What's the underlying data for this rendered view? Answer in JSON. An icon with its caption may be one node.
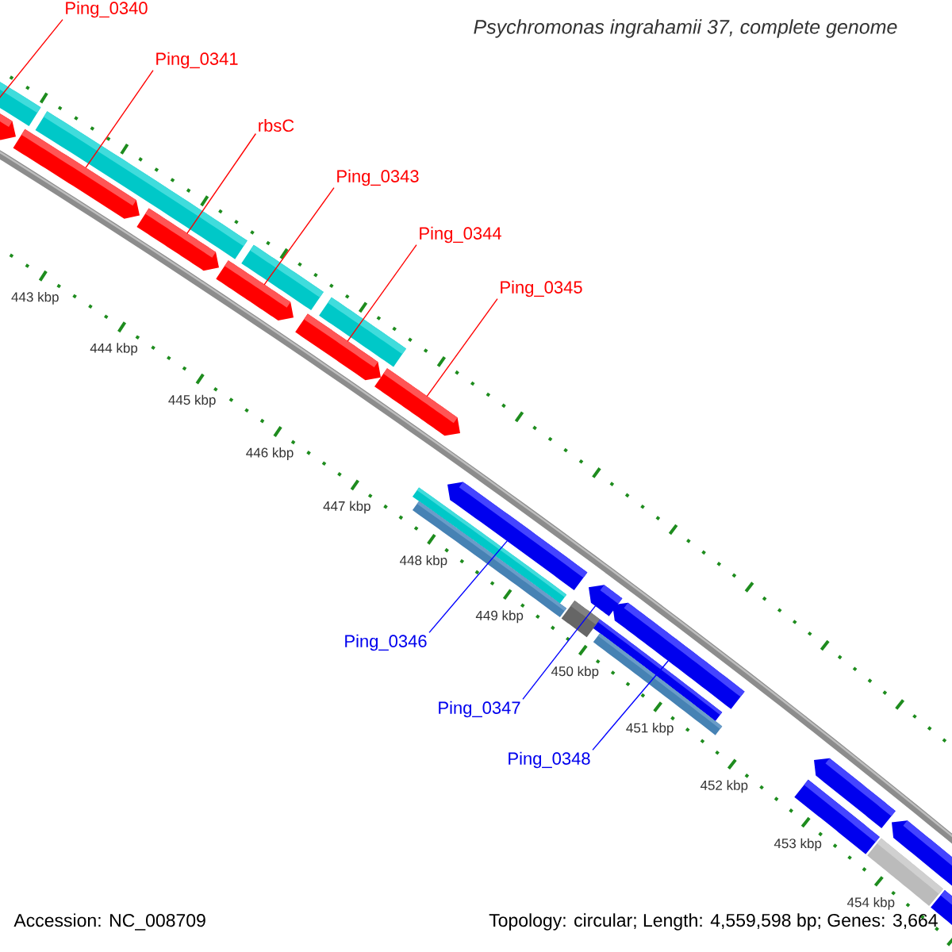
{
  "diagram": {
    "title": "Psychromonas ingrahamii 37, complete genome",
    "nodes": [
      {
        "text": [
          "Ping_0340"
        ]
      },
      {
        "text": [
          "Ping_0341"
        ]
      },
      {
        "text": [
          "rbsC"
        ]
      },
      {
        "text": [
          "Ping_0343"
        ]
      },
      {
        "text": [
          "Ping_0344"
        ]
      },
      {
        "text": [
          "Ping_0345"
        ]
      },
      {
        "text": [
          "Ping_0346"
        ]
      },
      {
        "text": [
          "Ping_0347"
        ]
      },
      {
        "text": [
          "Ping_0348"
        ]
      },
      {
        "text": [],
        "shape": "bar"
      },
      {
        "text": [],
        "shape": "bar"
      },
      {
        "text": [],
        "shape": "bar"
      },
      {
        "text": [],
        "shape": "bar"
      },
      {
        "text": [],
        "shape": "bar"
      },
      {
        "text": [],
        "shape": "bar"
      },
      {
        "text": [],
        "shape": "bar"
      },
      {
        "text": [],
        "shape": "bar"
      },
      {
        "text": [],
        "shape": "bar"
      },
      {
        "text": [],
        "shape": "bar"
      },
      {
        "text": [],
        "shape": "bar"
      },
      {
        "text": [],
        "shape": "bar"
      },
      {
        "text": [],
        "shape": "bar"
      },
      {
        "text": [],
        "shape": "bar"
      },
      {
        "text": [],
        "shape": "bar"
      },
      {
        "text": [],
        "shape": "bar"
      },
      {
        "text": [],
        "shape": "bar"
      },
      {
        "text": [],
        "shape": "bar"
      },
      {
        "text": [],
        "shape": "bar"
      },
      {
        "text": [],
        "shape": "bar"
      },
      {
        "text": [],
        "shape": "bar"
      },
      {
        "text": [],
        "shape": "bar"
      },
      {
        "text": [],
        "shape": "bar"
      }
    ],
    "edges": [
      {
        "from": 0,
        "to": 9,
        "arrow": "none"
      },
      {
        "from": 1,
        "to": 10,
        "arrow": "none"
      },
      {
        "from": 2,
        "to": 11,
        "arrow": "none"
      },
      {
        "from": 3,
        "to": 12,
        "arrow": "none"
      },
      {
        "from": 4,
        "to": 13,
        "arrow": "none"
      },
      {
        "from": 5,
        "to": 14,
        "arrow": "none"
      },
      {
        "from": 6,
        "to": 15,
        "arrow": "none",
        "color": "#0000ff"
      },
      {
        "from": 7,
        "to": 16,
        "arrow": "none",
        "color": "#0000ff"
      },
      {
        "from": 8,
        "to": 17,
        "arrow": "none",
        "color": "#0000ff"
      }
    ],
    "labels": [
      "443 kbp",
      "444 kbp",
      "445 kbp",
      "446 kbp",
      "447 kbp",
      "448 kbp",
      "449 kbp",
      "450 kbp",
      "451 kbp",
      "452 kbp",
      "453 kbp",
      "454 kbp",
      "Accession: NC_008709",
      "Topology: circular; Length: 4,559,598 bp; Genes: 3,664"
    ]
  }
}
